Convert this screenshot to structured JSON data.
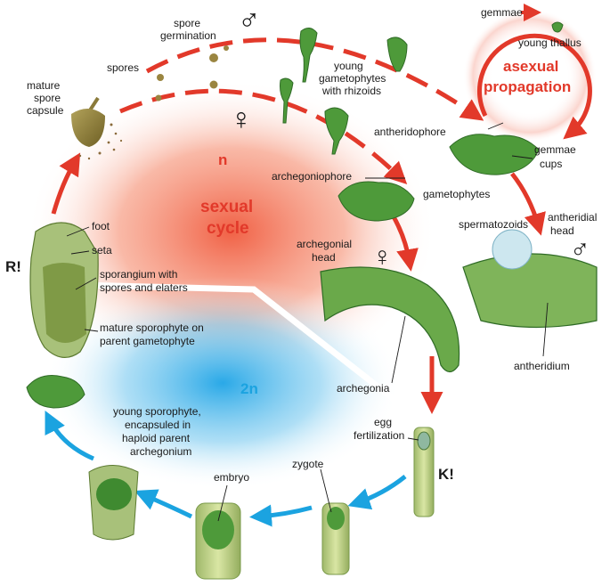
{
  "labels": {
    "male_symbol": "♂",
    "female_symbol": "♀",
    "spore_germination": [
      "spore",
      "germination"
    ],
    "spores": "spores",
    "mature_spore_capsule": [
      "mature",
      "spore",
      "capsule"
    ],
    "young_gametophytes": [
      "young",
      "gametophytes",
      "with rhizoids"
    ],
    "gemmae": "gemmae",
    "young_thallus": "young thallus",
    "asexual_propagation": [
      "asexual",
      "propagation"
    ],
    "antheridophore": "antheridophore",
    "gemmae_cups": [
      "gemmae",
      "cups"
    ],
    "gametophytes": "gametophytes",
    "archegoniophore": "archegoniophore",
    "n": "n",
    "sexual_cycle": [
      "sexual",
      "cycle"
    ],
    "spermatozoids": "spermatozoids",
    "antheridial_head": [
      "antheridial",
      "head"
    ],
    "archegonial_head": [
      "archegonial",
      "head"
    ],
    "foot": "foot",
    "seta": "seta",
    "r_mark": "R!",
    "sporangium": [
      "sporangium with",
      "spores and elaters"
    ],
    "mature_sporophyte": [
      "mature sporophyte on",
      "parent gametophyte"
    ],
    "two_n": "2n",
    "archegonia": "archegonia",
    "antheridium": "antheridium",
    "egg_fertilization": [
      "egg",
      "fertilization"
    ],
    "k_mark": "K!",
    "young_sporophyte": [
      "young sporophyte,",
      "encapsuled in",
      "haploid parent",
      "archegonium"
    ],
    "zygote": "zygote",
    "embryo": "embryo"
  },
  "colors": {
    "haploid_arrow": "#e2392a",
    "diploid_arrow": "#1ba3e0",
    "haploid_glow": "#f26a4e",
    "diploid_glow": "#27a9e8",
    "plant_green": "#4e9a3a",
    "plant_dark": "#2f6b26",
    "capsule_brown": "#8a7a3a",
    "text": "#1a1a1a"
  }
}
